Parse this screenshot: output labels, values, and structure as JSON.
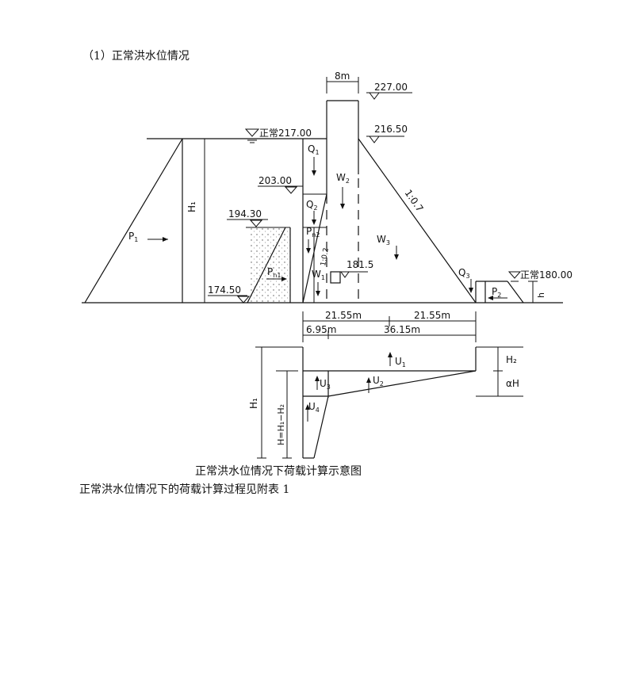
{
  "heading": "（1）正常洪水位情况",
  "caption": "正常洪水位情况下荷载计算示意图",
  "note": "正常洪水位情况下的荷载计算过程见附表 1",
  "diagram": {
    "elevations": {
      "crest": "227.00",
      "upstream_water": "正常217.00",
      "downstream_top": "216.50",
      "silt_top_1": "203.00",
      "silt_top_2": "194.30",
      "gallery": "181.5",
      "base": "174.50",
      "downstream_water": "正常180.00"
    },
    "dims": {
      "crest_width": "8m",
      "base_half_left": "21.55m",
      "base_half_right": "21.55m",
      "gallery_offset": "6.95m",
      "gallery_to_toe": "36.15m"
    },
    "slope": "1:0.7",
    "slope_up": "1:0.2",
    "forces": {
      "P1": "P",
      "P1_sub": "1",
      "Q1": "Q",
      "Q1_sub": "1",
      "Q2": "Q",
      "Q2_sub": "2",
      "Q3": "Q",
      "Q3_sub": "3",
      "W1": "W",
      "W1_sub": "1",
      "W2": "W",
      "W2_sub": "2",
      "W3": "W",
      "W3_sub": "3",
      "Pn1": "P",
      "Pn1_sub": "n1",
      "Pn2": "P",
      "Pn2_sub": "n2",
      "P2": "P",
      "P2_sub": "2",
      "U1": "U",
      "U1_sub": "1",
      "U2": "U",
      "U2_sub": "2",
      "U3": "U",
      "U3_sub": "3",
      "U4": "U",
      "U4_sub": "4"
    },
    "heights": {
      "H1": "H₁",
      "H_up": "H₁",
      "H2": "H₂",
      "aH": "αH",
      "H_expr": "H=H₁−H₂",
      "h": "h"
    }
  }
}
